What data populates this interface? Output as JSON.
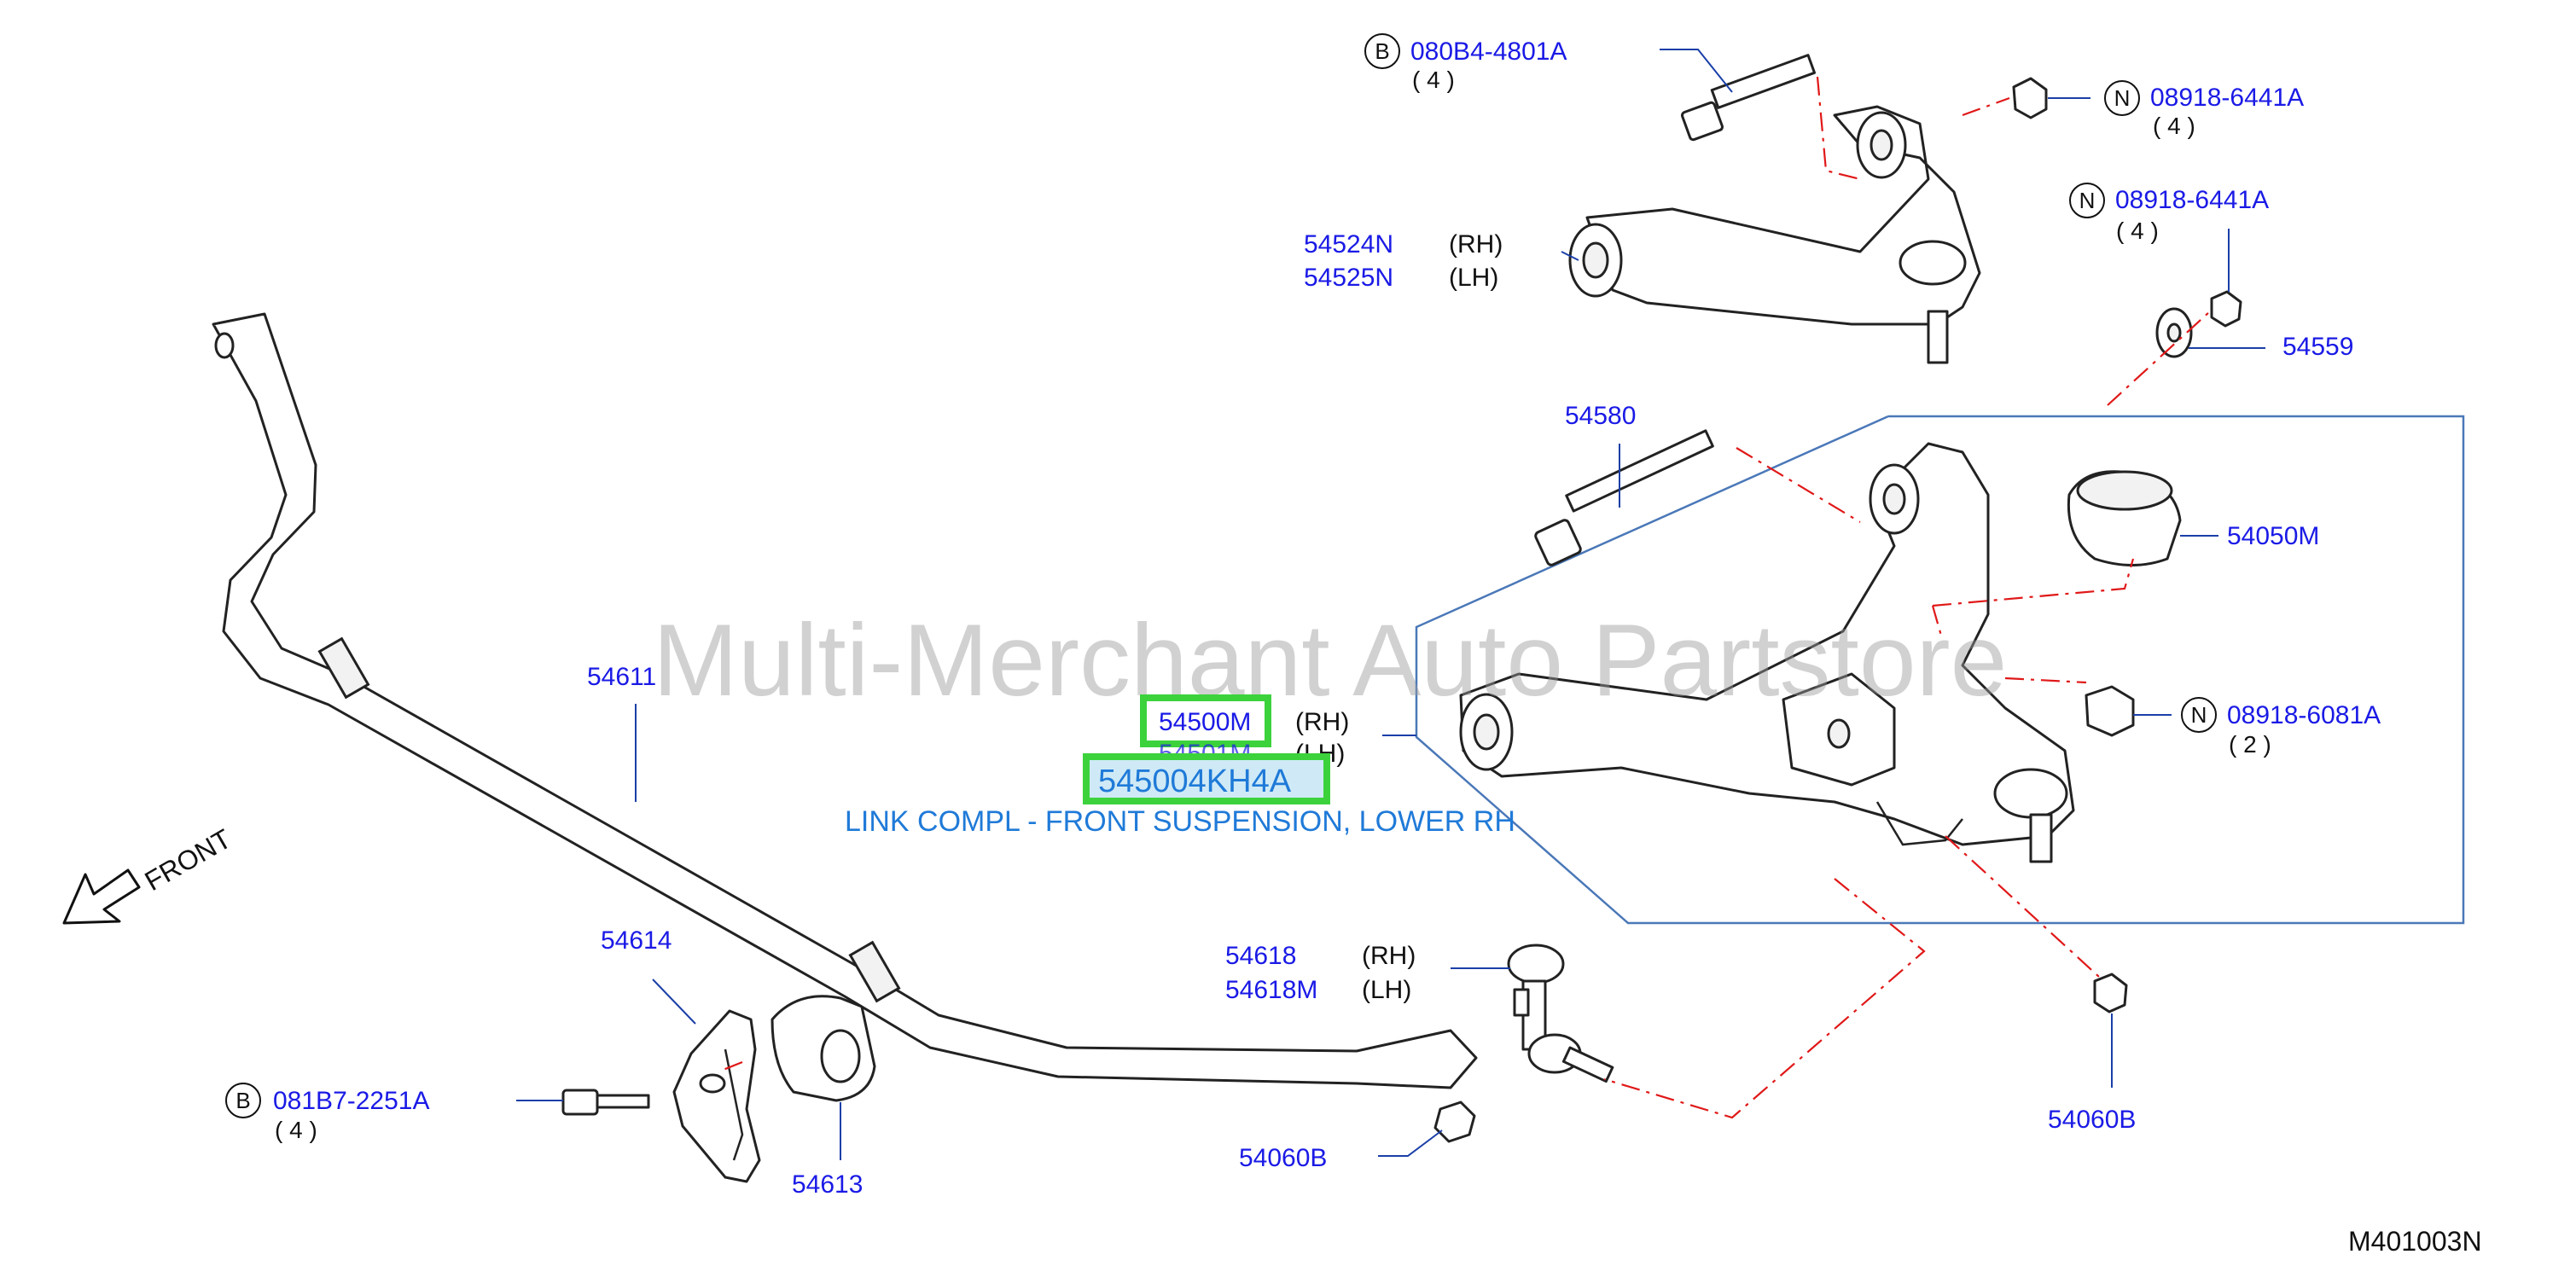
{
  "watermark": "Multi-Merchant Auto Partstore",
  "highlight": {
    "part_number": "545004KH4A",
    "description": "LINK COMPL - FRONT SUSPENSION, LOWER RH"
  },
  "labels": {
    "bolt_top": {
      "badge": "B",
      "part": "080B4-4801A",
      "qty": "( 4 )"
    },
    "nut_top_1": {
      "badge": "N",
      "part": "08918-6441A",
      "qty": "( 4 )"
    },
    "nut_top_2": {
      "badge": "N",
      "part": "08918-6441A",
      "qty": "( 4 )"
    },
    "upper_arm_rh": {
      "part": "54524N",
      "side": "(RH)"
    },
    "upper_arm_lh": {
      "part": "54525N",
      "side": "(LH)"
    },
    "washer": {
      "part": "54559"
    },
    "bolt_lower": {
      "part": "54580"
    },
    "bumper": {
      "part": "54050M"
    },
    "nut_lower": {
      "badge": "N",
      "part": "08918-6081A",
      "qty": "( 2 )"
    },
    "lower_arm_rh": {
      "part": "54500M",
      "side": "(RH)"
    },
    "lower_arm_lh": {
      "part": "54501M",
      "side": "(LH)"
    },
    "stabilizer": {
      "part": "54611"
    },
    "bracket": {
      "part": "54614"
    },
    "bushing": {
      "part": "54613"
    },
    "bolt_bracket": {
      "badge": "B",
      "part": "081B7-2251A",
      "qty": "( 4 )"
    },
    "link_rh": {
      "part": "54618",
      "side": "(RH)"
    },
    "link_lh": {
      "part": "54618M",
      "side": "(LH)"
    },
    "nut_link": {
      "part": "54060B"
    },
    "nut_balljoint": {
      "part": "54060B"
    }
  },
  "front_label": "FRONT",
  "diagram_code": "M401003N",
  "colors": {
    "part_label": "#1a1ae6",
    "leader": "#1a3fa8",
    "dash_line": "#e01818",
    "highlight_box": "#3cd23c",
    "callout_text": "#1f7ad8"
  }
}
